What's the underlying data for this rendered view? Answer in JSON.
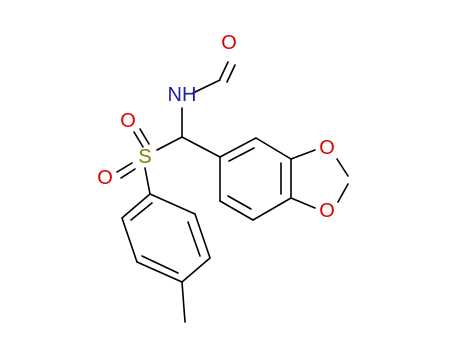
{
  "atom_labels": {
    "oxygen_formyl": "O",
    "nh": "NH",
    "sulfur": "S",
    "oxygen_sulfonyl_top": "O",
    "oxygen_sulfonyl_bottom": "O",
    "oxygen_dioxole_top": "O",
    "oxygen_dioxole_bottom": "O"
  },
  "colors": {
    "bond": "#000000",
    "oxygen": "#e00000",
    "nitrogen": "#2020a0",
    "sulfur": "#808000"
  }
}
